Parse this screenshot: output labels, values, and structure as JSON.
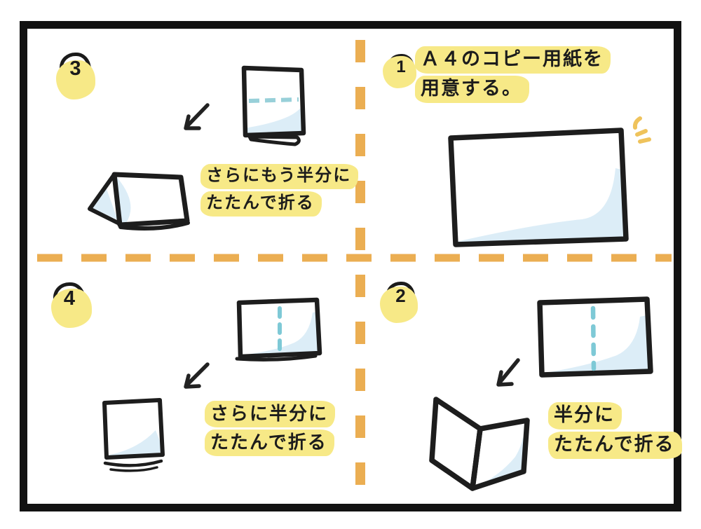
{
  "comic": {
    "subject": "paper-folding-steps",
    "panels": [
      {
        "number": "1",
        "caption_lines": [
          "Ａ４のコピー用紙を",
          "用意する。"
        ]
      },
      {
        "number": "2",
        "caption_lines": [
          "半分に",
          "たたんで折る"
        ]
      },
      {
        "number": "3",
        "caption_lines": [
          "さらにもう半分に",
          "たたんで折る"
        ]
      },
      {
        "number": "4",
        "caption_lines": [
          "さらに半分に",
          "たたんで折る"
        ]
      }
    ]
  },
  "colors": {
    "ink": "#1d1d1d",
    "highlight_yellow": "#f7e987",
    "divider_orange": "#eaa844",
    "fold_dash_cyan": "#7ec9d6",
    "paper_shade_blue": "#dcedf7",
    "sparkle_gold": "#efc35c"
  }
}
